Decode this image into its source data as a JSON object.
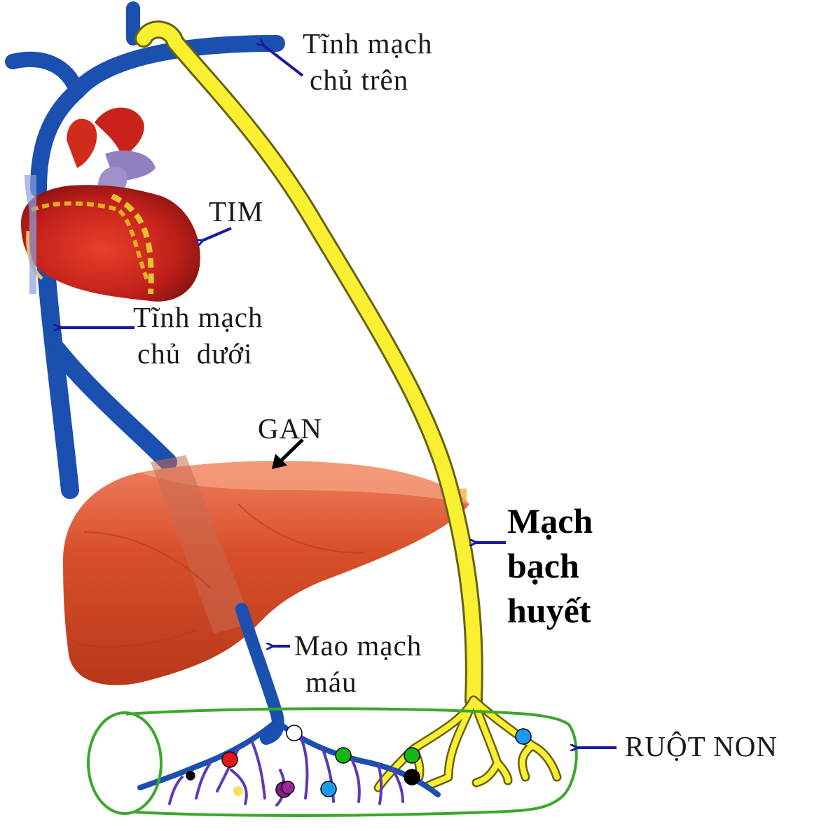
{
  "labels": {
    "svc": [
      "Tĩnh mạch",
      "chủ trên"
    ],
    "heart": "TIM",
    "ivc": [
      "Tĩnh mạch",
      "chủ  dưới"
    ],
    "liver": "GAN",
    "lymph": [
      "Mạch",
      "bạch",
      "huyết"
    ],
    "capillary": [
      "Mao mạch",
      "máu"
    ],
    "intestine": "RUỘT NON"
  },
  "colors": {
    "vein": "#1b4fb0",
    "lymph": "#f8f030",
    "intestine": "#3aa82a",
    "arrow": "#1a1aa0",
    "liver": "#d24a22",
    "heart": "#d0281c"
  }
}
